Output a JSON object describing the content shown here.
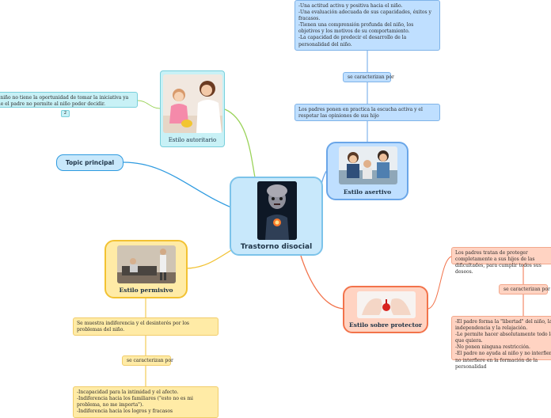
{
  "central": {
    "title": "Trastorno disocial"
  },
  "topic": {
    "label": "Topic principal"
  },
  "autoritario": {
    "title": "Estilo autoritario",
    "note": "el niño no tiene la oportunidad de tomar la iniciativa ya que el padre no permite al niño poder decidir.",
    "badge": "2"
  },
  "asertivo": {
    "title": "Estilo asertivo",
    "top_note": "-Una actitud activa y positiva hacia el niño.\n-Una evaluación adecuada de sus capacidades, éxitos y fracasos.\n-Tienen una comprensión profunda del niño, los objetivos y los motivos de su comportamiento.\n-La capacidad de predecir el desarrollo de la personalidad del niño.",
    "connector": "se caracterizan por",
    "mid_note": "Los padres ponen en practica la escucha activa y el respetar las opiniones de sus hijo"
  },
  "protector": {
    "title": "Estilo sobre protector",
    "top_note": "Los padres tratan de proteger completamente a sus hijos de las dificultades, para cumplir todos sus deseos.",
    "connector": "se caracterizan por",
    "bottom_note": "-El padre forma la \"libertad\" del niño, la independencia y la relajación.\n-Le permite hacer absolutamente todo lo que quiera.\n-No ponen ninguna restricción.\n-El padre no ayuda al niño y no interfiere, no interfiere en la formación de la personalidad"
  },
  "permisivo": {
    "title": "Estilo permisivo",
    "top_note": "Se muestra indiferencia y el desinterés por los problemas del niño.",
    "connector": "se caracterizan por",
    "bottom_note": "-Incapacidad para la intimidad y el afecto.\n-Indiferencia hacia los familiares (\"esto no es mi problema, no me importa\").\n-Indiferencia hacia los logros y fracasos"
  },
  "colors": {
    "central_fill": "#c8e8fb",
    "central_border": "#7cc3ea",
    "asertivo": "#6aa6e8",
    "protector": "#f2734b",
    "permisivo": "#f2c233",
    "autoritario": "#9bd35a",
    "topic": "#2f9be0"
  }
}
